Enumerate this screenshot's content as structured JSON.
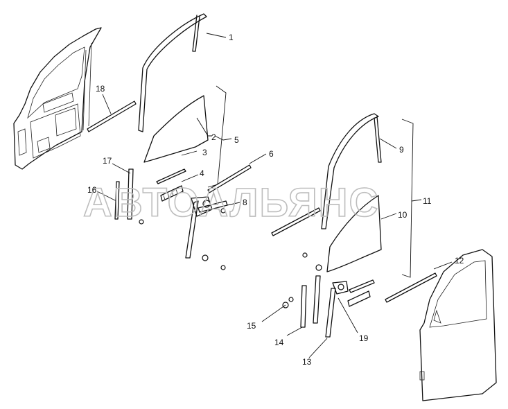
{
  "watermark": "АВТОАЛЬЯНС",
  "callouts": [
    {
      "id": "1",
      "label": "1"
    },
    {
      "id": "2",
      "label": "2"
    },
    {
      "id": "3",
      "label": "3"
    },
    {
      "id": "4",
      "label": "4"
    },
    {
      "id": "5",
      "label": "5"
    },
    {
      "id": "6",
      "label": "6"
    },
    {
      "id": "8",
      "label": "8"
    },
    {
      "id": "9",
      "label": "9"
    },
    {
      "id": "10",
      "label": "10"
    },
    {
      "id": "11",
      "label": "11"
    },
    {
      "id": "12",
      "label": "12"
    },
    {
      "id": "13",
      "label": "13"
    },
    {
      "id": "14",
      "label": "14"
    },
    {
      "id": "15",
      "label": "15"
    },
    {
      "id": "16",
      "label": "16"
    },
    {
      "id": "17",
      "label": "17"
    },
    {
      "id": "18",
      "label": "18"
    },
    {
      "id": "19",
      "label": "19"
    }
  ]
}
